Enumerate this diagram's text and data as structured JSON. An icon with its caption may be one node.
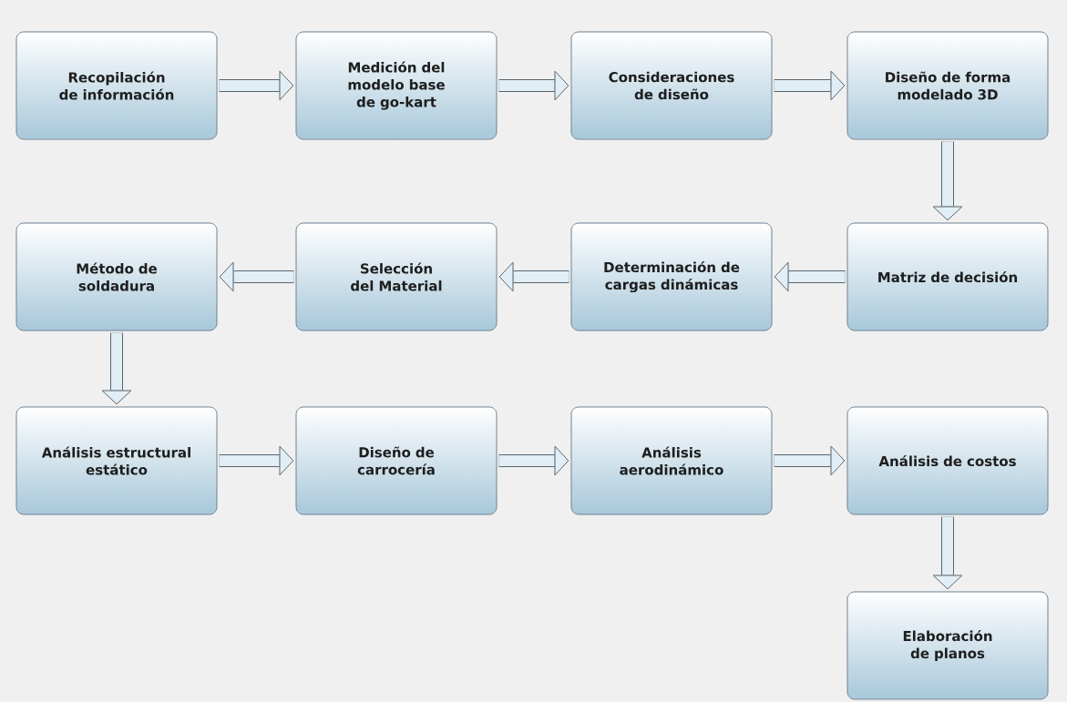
{
  "diagram": {
    "nodes": [
      {
        "text": [
          "Recopilación de información"
        ]
      },
      {
        "text": [
          "Medición del modelo base de go-kart"
        ]
      },
      {
        "text": [
          "Consideraciones de diseño"
        ]
      },
      {
        "text": [
          "Diseño de forma modelado 3D"
        ]
      },
      {
        "text": [
          "Método de soldadura"
        ]
      },
      {
        "text": [
          "Selección del Material"
        ]
      },
      {
        "text": [
          "Determinación de cargas dinámicas"
        ]
      },
      {
        "text": [
          "Matriz de decisión"
        ]
      },
      {
        "text": [
          "Análisis estructural estático"
        ]
      },
      {
        "text": [
          "Diseño de carrocería"
        ]
      },
      {
        "text": [
          "Análisis aerodinámico"
        ]
      },
      {
        "text": [
          "Análisis de costos"
        ]
      },
      {
        "text": [
          "Elaboración de planos"
        ]
      }
    ],
    "edges": [
      {
        "from": 0,
        "to": 1,
        "arrow": "to"
      },
      {
        "from": 1,
        "to": 2,
        "arrow": "to"
      },
      {
        "from": 2,
        "to": 3,
        "arrow": "to"
      },
      {
        "from": 3,
        "to": 7,
        "arrow": "to"
      },
      {
        "from": 7,
        "to": 6,
        "arrow": "to"
      },
      {
        "from": 6,
        "to": 5,
        "arrow": "to"
      },
      {
        "from": 5,
        "to": 4,
        "arrow": "to"
      },
      {
        "from": 4,
        "to": 8,
        "arrow": "to"
      },
      {
        "from": 8,
        "to": 9,
        "arrow": "to"
      },
      {
        "from": 9,
        "to": 10,
        "arrow": "to"
      },
      {
        "from": 10,
        "to": 11,
        "arrow": "to"
      },
      {
        "from": 11,
        "to": 12,
        "arrow": "to"
      }
    ]
  }
}
